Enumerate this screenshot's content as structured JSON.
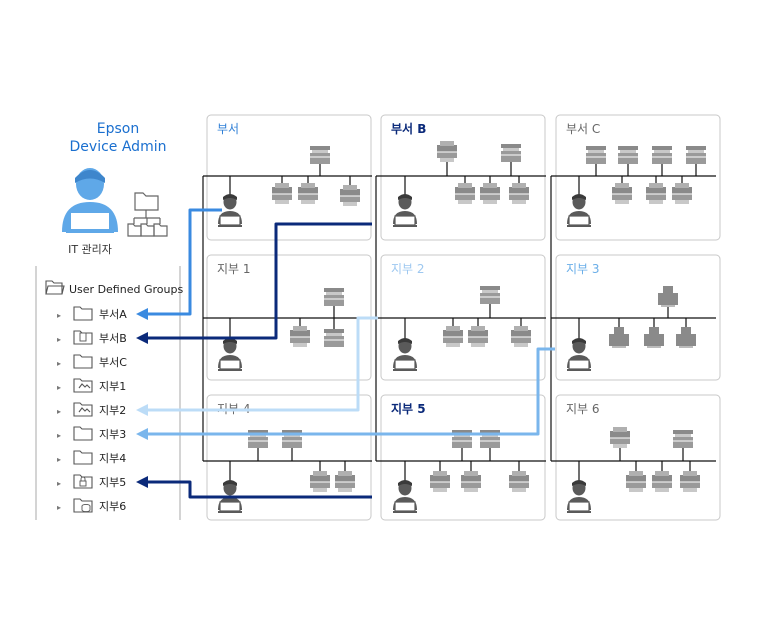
{
  "admin": {
    "title_line1": "Epson",
    "title_line2": "Device Admin",
    "role_label": "IT 관리자"
  },
  "tree": {
    "root_label": "User Defined Groups",
    "items": [
      {
        "label": "부서A",
        "icon": "folder-icon"
      },
      {
        "label": "부서B",
        "icon": "folder-doc-icon"
      },
      {
        "label": "부서C",
        "icon": "folder-icon"
      },
      {
        "label": "지부1",
        "icon": "folder-image-icon"
      },
      {
        "label": "지부2",
        "icon": "folder-image-icon"
      },
      {
        "label": "지부3",
        "icon": "folder-icon"
      },
      {
        "label": "지부4",
        "icon": "folder-icon"
      },
      {
        "label": "지부5",
        "icon": "folder-lock-icon"
      },
      {
        "label": "지부6",
        "icon": "folder-db-icon"
      }
    ]
  },
  "groups": [
    {
      "label": "부서",
      "color": "#2f7fd6"
    },
    {
      "label": "부서 B",
      "color": "#0b2a7a"
    },
    {
      "label": "부서 C",
      "color": "#666666"
    },
    {
      "label": "지부 1",
      "color": "#666666"
    },
    {
      "label": "지부 2",
      "color": "#9ec8f0"
    },
    {
      "label": "지부 3",
      "color": "#6aaee8"
    },
    {
      "label": "지부 4",
      "color": "#666666"
    },
    {
      "label": "지부 5",
      "color": "#0b2a7a"
    },
    {
      "label": "지부 6",
      "color": "#666666"
    }
  ],
  "colors": {
    "link_a": "#3a8ae0",
    "link_b": "#0b2a7a",
    "link_2": "#bcdcf7",
    "link_3": "#7ab6ec",
    "link_5": "#0b2a7a",
    "device": "#8a8a8a",
    "person": "#5a5a5a",
    "admin_person": "#5fa8e8"
  }
}
